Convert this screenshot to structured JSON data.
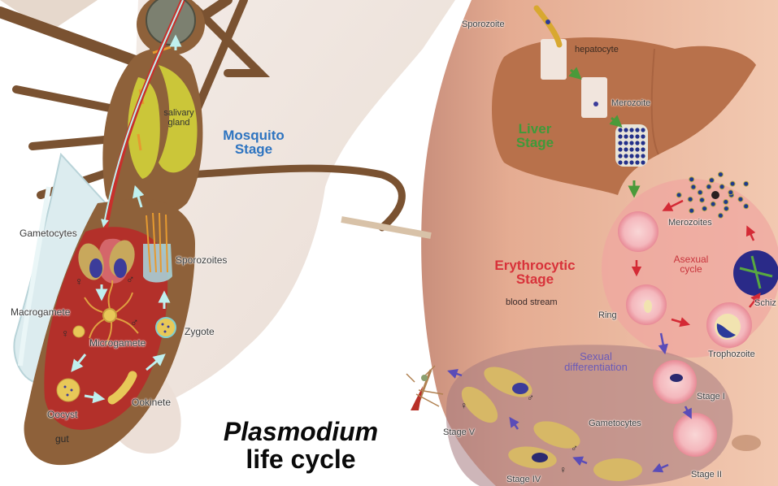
{
  "title": {
    "line1": "Plasmodium",
    "line2": "life cycle"
  },
  "colors": {
    "mosquito_stage": "#2e74c0",
    "liver_stage": "#3f9a3a",
    "erythrocytic_stage": "#d8323a",
    "asexual_cycle": "#c8343c",
    "sexual_differentiation": "#6a5ab8",
    "mosquito_body": "#8c5e35",
    "gut": "#b03028",
    "liver": "#b8714b",
    "skin": "#e9b79a"
  },
  "mosquito": {
    "stage_title_1": "Mosquito",
    "stage_title_2": "Stage",
    "labels": {
      "salivary_gland_1": "salivary",
      "salivary_gland_2": "gland",
      "gametocytes": "Gametocytes",
      "sporozoites": "Sporozoites",
      "macrogamete": "Macrogamete",
      "microgamete": "Microgamete",
      "zygote": "Zygote",
      "oocyst": "Oocyst",
      "ookinete": "Ookinete",
      "gut": "gut"
    },
    "symbols": {
      "female": "♀",
      "male": "♂"
    }
  },
  "liver": {
    "stage_title_1": "Liver",
    "stage_title_2": "Stage",
    "labels": {
      "sporozoite": "Sporozoite",
      "hepatocyte": "hepatocyte",
      "merozoite": "Merozoite"
    }
  },
  "erythrocytic": {
    "stage_title_1": "Erythrocytic",
    "stage_title_2": "Stage",
    "subtitle": "blood stream",
    "asexual_1": "Asexual",
    "asexual_2": "cycle",
    "labels": {
      "merozoites": "Merozoites",
      "ring": "Ring",
      "trophozoite": "Trophozoite",
      "schizont": "Schiz"
    }
  },
  "sexual": {
    "title_1": "Sexual",
    "title_2": "differentiation",
    "gametocytes": "Gametocytes",
    "stages": [
      "Stage I",
      "Stage II",
      "Stage IV",
      "Stage V"
    ]
  }
}
